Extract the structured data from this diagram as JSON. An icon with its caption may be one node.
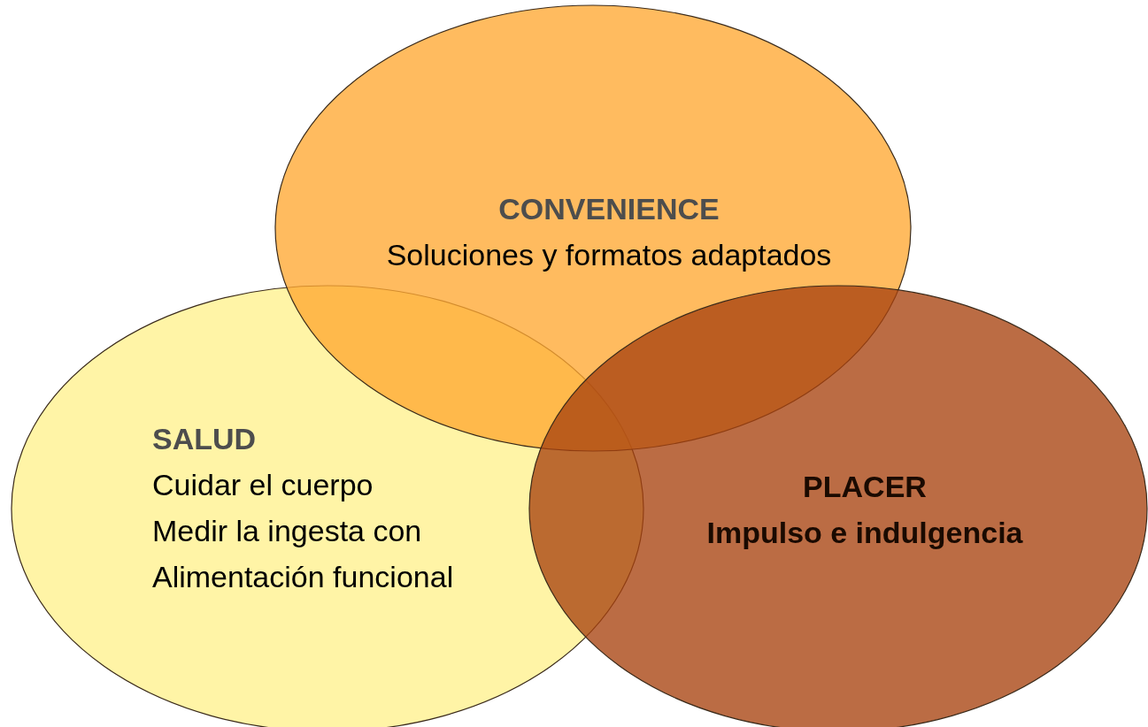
{
  "diagram": {
    "nodes": [
      {
        "text": [
          "SALUD",
          "Cuidar el cuerpo",
          "Medir la ingesta con",
          "Alimentación funcional"
        ]
      },
      {
        "text": [
          "CONVENIENCE",
          "Soluciones y formatos adaptados"
        ]
      },
      {
        "text": [
          "PLACER",
          "Impulso e indulgencia"
        ]
      }
    ],
    "edges": []
  }
}
